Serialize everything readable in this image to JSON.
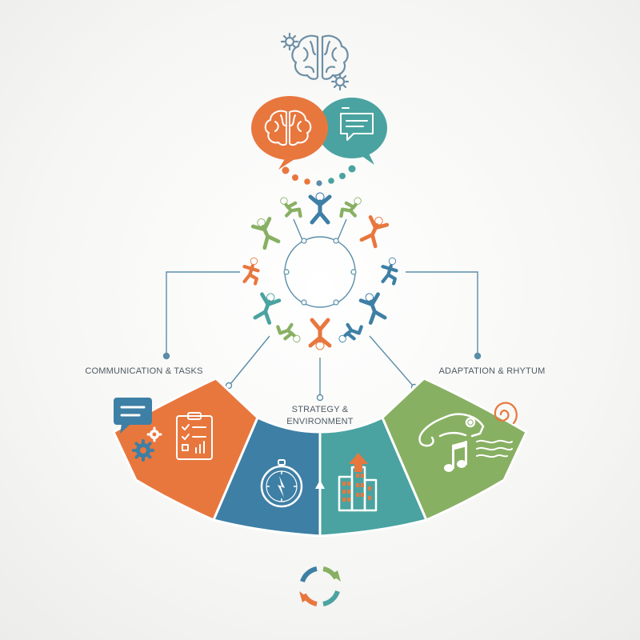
{
  "colors": {
    "orange": "#e8773e",
    "blue": "#3e7fa5",
    "teal": "#4aa3a0",
    "green": "#88b063",
    "line": "#5a8ea8",
    "text": "#4d5a63"
  },
  "labels": {
    "left": "COMMUNICATION & TASKS",
    "middle_line1": "STRATEGY &",
    "middle_line2": "ENVIRONMENT",
    "right": "ADAPTATION & RHYTUM"
  },
  "icons": {
    "top": "brain-gears-icon",
    "left_bubble": "brain-icon",
    "right_bubble": "chat-icon",
    "orange_panel": [
      "chat-bubble-icon",
      "gears-icon",
      "clipboard-checklist-icon"
    ],
    "blue_panel": [
      "compass-icon"
    ],
    "teal_panel": [
      "building-growth-icon"
    ],
    "green_panel": [
      "chameleon-icon",
      "spiral-icon",
      "music-note-icon",
      "wave-lines-icon"
    ],
    "bottom": "cycle-arrows-icon"
  }
}
